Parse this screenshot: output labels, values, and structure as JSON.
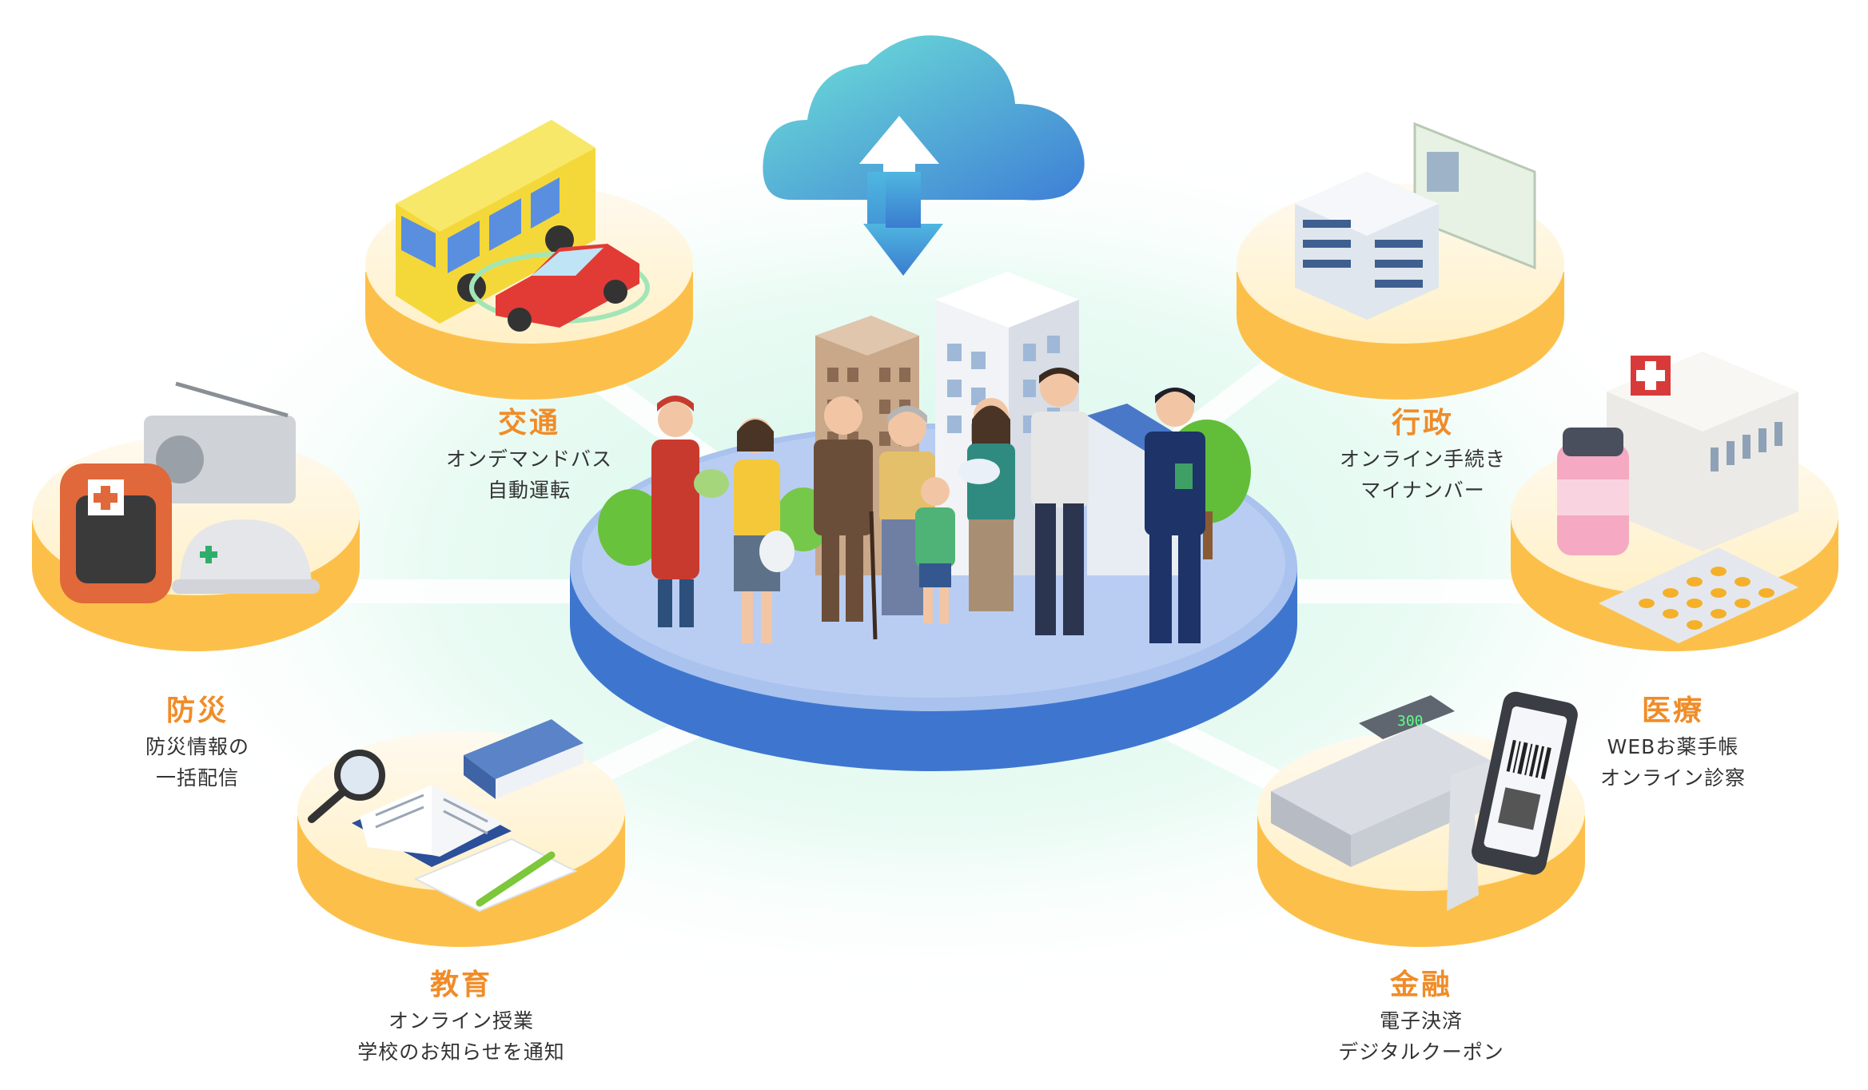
{
  "colors": {
    "title_orange": "#f08c28",
    "text_dark": "#333333",
    "platform_blue": "#4a7fd4",
    "platform_top": "#b5c9ef",
    "disc_top": "#fff3d2",
    "disc_edge": "#fcc04a",
    "glow_mint": "#d6f7ea",
    "cloud_start": "#6fe0d6",
    "cloud_end": "#3f86d8"
  },
  "icons": {
    "center": "cloud-sync-icon",
    "transport": "bus-car-icon",
    "government": "office-id-card-icon",
    "disaster": "emergency-kit-icon",
    "medical": "hospital-medicine-icon",
    "education": "books-icon",
    "finance": "register-smartphone-icon"
  },
  "categories": {
    "transport": {
      "title": "交通",
      "lines": [
        "オンデマンドバス",
        "自動運転"
      ]
    },
    "government": {
      "title": "行政",
      "lines": [
        "オンライン手続き",
        "マイナンバー"
      ]
    },
    "disaster": {
      "title": "防災",
      "lines": [
        "防災情報の",
        "一括配信"
      ]
    },
    "medical": {
      "title": "医療",
      "lines": [
        "WEBお薬手帳",
        "オンライン診察"
      ]
    },
    "education": {
      "title": "教育",
      "lines": [
        "オンライン授業",
        "学校のお知らせを通知"
      ]
    },
    "finance": {
      "title": "金融",
      "lines": [
        "電子決済",
        "デジタルクーポン"
      ]
    }
  },
  "cash_register": {
    "display": "300"
  }
}
